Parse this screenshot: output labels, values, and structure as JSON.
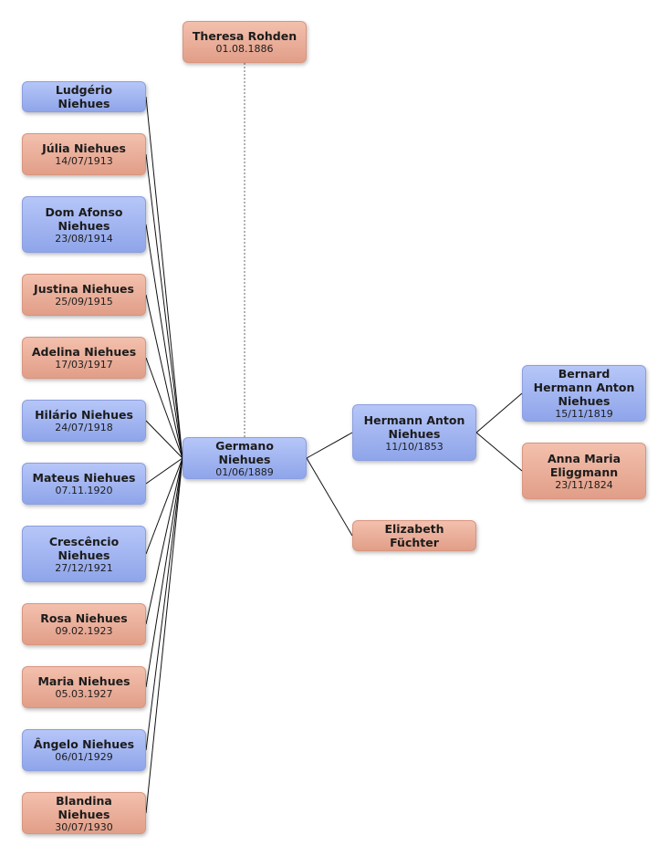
{
  "people": {
    "theresa": {
      "name": "Theresa Rohden",
      "date": "01.08.1886",
      "gender": "female"
    },
    "ludgerio": {
      "name": "Ludgério Niehues",
      "date": "",
      "gender": "male"
    },
    "julia": {
      "name": "Júlia Niehues",
      "date": "14/07/1913",
      "gender": "female"
    },
    "afonso": {
      "name": "Dom Afonso Niehues",
      "date": "23/08/1914",
      "gender": "male"
    },
    "justina": {
      "name": "Justina Niehues",
      "date": "25/09/1915",
      "gender": "female"
    },
    "adelina": {
      "name": "Adelina Niehues",
      "date": "17/03/1917",
      "gender": "female"
    },
    "hilario": {
      "name": "Hilário Niehues",
      "date": "24/07/1918",
      "gender": "male"
    },
    "mateus": {
      "name": "Mateus Niehues",
      "date": "07.11.1920",
      "gender": "male"
    },
    "crescencio": {
      "name": "Crescêncio Niehues",
      "date": "27/12/1921",
      "gender": "male"
    },
    "rosa": {
      "name": "Rosa Niehues",
      "date": "09.02.1923",
      "gender": "female"
    },
    "maria": {
      "name": "Maria Niehues",
      "date": "05.03.1927",
      "gender": "female"
    },
    "angelo": {
      "name": "Ângelo Niehues",
      "date": "06/01/1929",
      "gender": "male"
    },
    "blandina": {
      "name": "Blandina Niehues",
      "date": "30/07/1930",
      "gender": "female"
    },
    "germano": {
      "name": "Germano Niehues",
      "date": "01/06/1889",
      "gender": "male"
    },
    "hermann": {
      "name": "Hermann Anton Niehues",
      "date": "11/10/1853",
      "gender": "male"
    },
    "elizabeth": {
      "name": "Elizabeth Füchter",
      "date": "",
      "gender": "female"
    },
    "bernard": {
      "name": "Bernard Hermann Anton Niehues",
      "date": "15/11/1819",
      "gender": "male"
    },
    "anna": {
      "name": "Anna Maria Eliggmann",
      "date": "23/11/1824",
      "gender": "female"
    }
  },
  "colors": {
    "male_fill": "#a3b6f2",
    "female_fill": "#eab09b",
    "line": "#111111",
    "spouse_line": "#666666"
  }
}
